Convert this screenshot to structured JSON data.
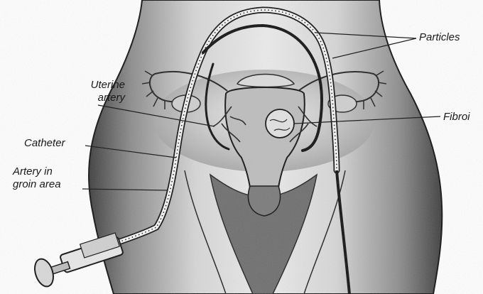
{
  "labels": {
    "uterine_artery": [
      "Uterine",
      "artery"
    ],
    "particles": "Particles",
    "fibroid": "Fibroi",
    "catheter": "Catheter",
    "artery_groin": [
      "Artery in",
      "groin area"
    ]
  },
  "colors": {
    "skin_light": "#e6e6e6",
    "skin_mid": "#a9a9a9",
    "skin_dark": "#4a4a4a",
    "line": "#111111",
    "catheter_fill": "#ffffff"
  }
}
